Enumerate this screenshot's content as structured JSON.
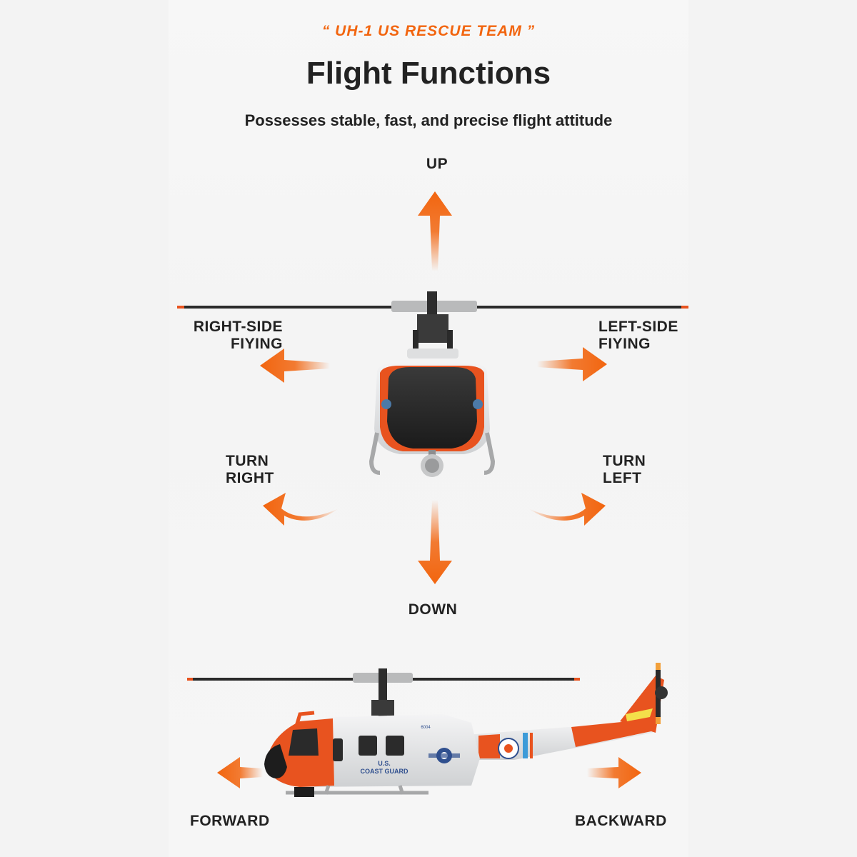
{
  "tagline": "“ UH-1 US RESCUE TEAM ”",
  "title": "Flight Functions",
  "subtitle": "Possesses stable, fast, and precise flight attitude",
  "directions": {
    "up": "UP",
    "down": "DOWN",
    "right_side_1": "RIGHT-SIDE",
    "right_side_2": "FIYING",
    "left_side_1": "LEFT-SIDE",
    "left_side_2": "FIYING",
    "turn_right_1": "TURN",
    "turn_right_2": "RIGHT",
    "turn_left_1": "TURN",
    "turn_left_2": "LEFT",
    "forward": "FORWARD",
    "backward": "BACKWARD"
  },
  "helicopter_markings": {
    "line1": "U.S.",
    "line2": "COAST GUARD",
    "tail_number": "6004"
  },
  "colors": {
    "accent": "#f2650f",
    "text": "#222222",
    "body_orange": "#e8531f",
    "body_white": "#e9e9ea"
  },
  "icons": [
    "arrow-up-icon",
    "arrow-down-icon",
    "arrow-left-icon",
    "arrow-right-icon",
    "curved-arrow-icon"
  ]
}
